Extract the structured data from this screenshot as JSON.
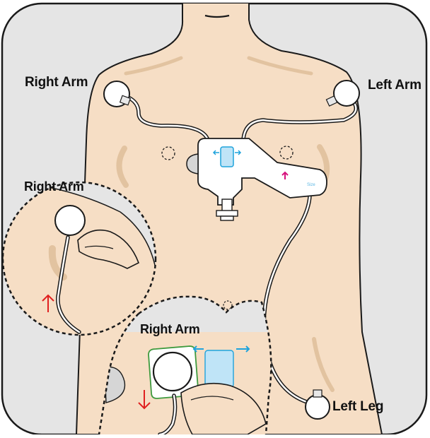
{
  "labels": {
    "right_arm_main": "Right Arm",
    "left_arm": "Left Arm",
    "left_leg": "Left Leg",
    "right_arm_inset_1": "Right Arm",
    "right_arm_inset_2": "Right Arm"
  },
  "patch_text": "Size",
  "colors": {
    "skin": "#F6DEC5",
    "skin_shadow": "#E6C7A6",
    "background_panel": "#E5E5E5",
    "outline": "#1A1A1A",
    "electrode_blue": "#BFE4F7",
    "arrow_blue": "#1FA3DC",
    "arrow_red": "#E02020",
    "arrow_magenta": "#D6127D",
    "pad_green": "#3E9A3E"
  },
  "icons": [
    "electrode-icon",
    "up-arrow-icon",
    "down-arrow-icon",
    "magnifier-inset"
  ]
}
